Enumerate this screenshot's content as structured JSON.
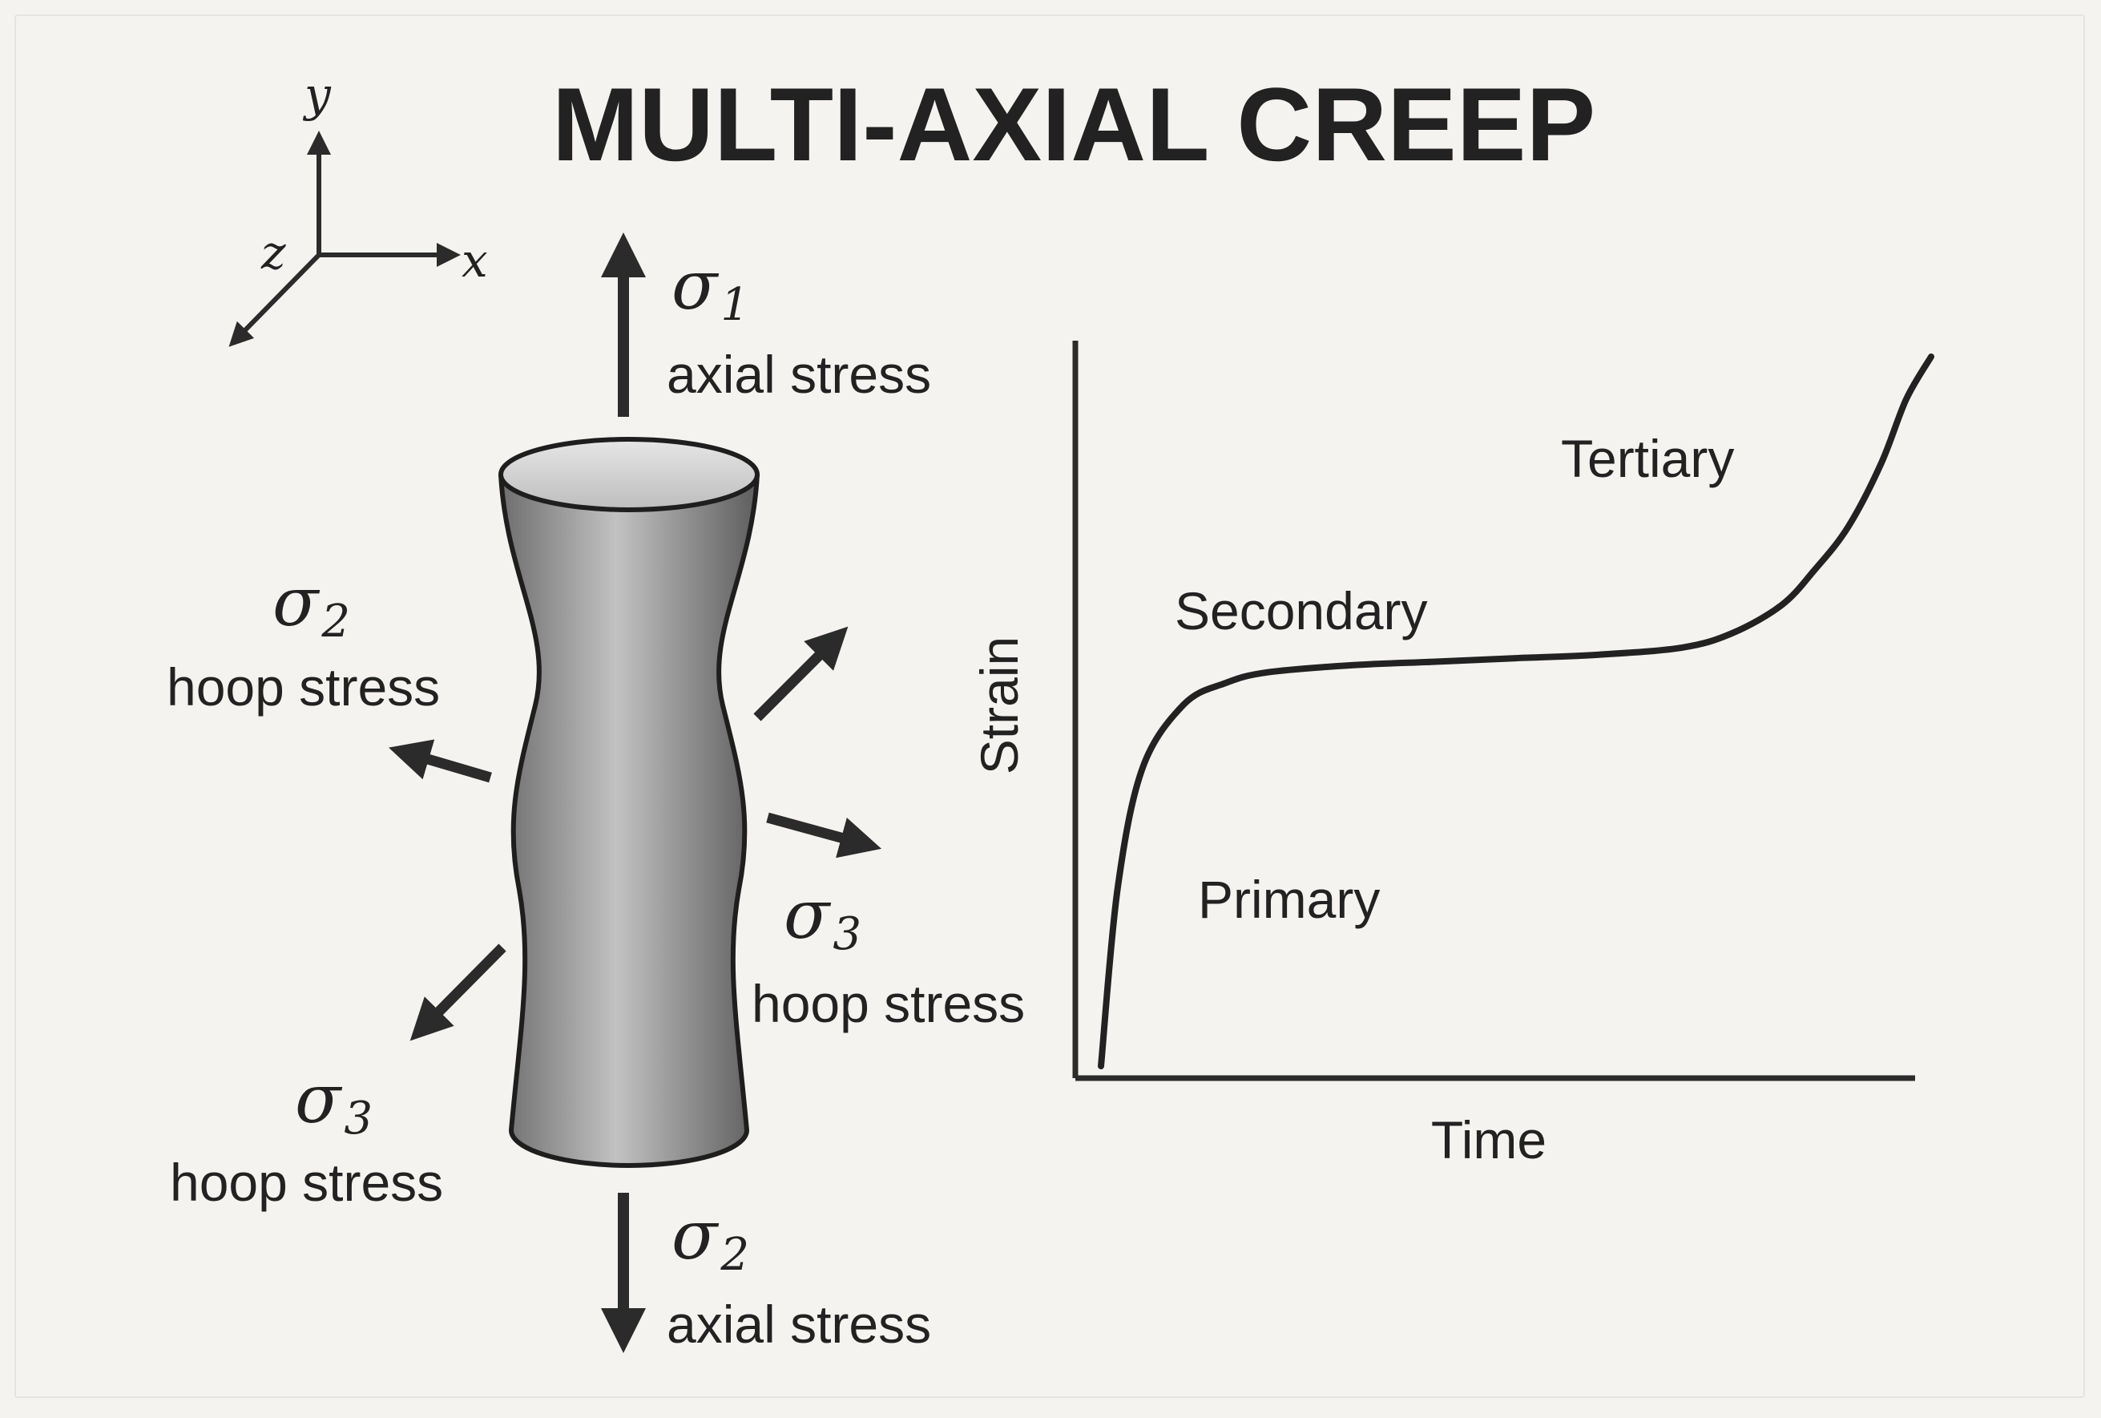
{
  "title": "MULTI-AXIAL CREEP",
  "coord_axes": {
    "y": "y",
    "x": "x",
    "z": "z"
  },
  "stresses": {
    "top": {
      "symbol": "σ",
      "index": "1",
      "label": "axial stress"
    },
    "upper_left": {
      "symbol": "σ",
      "index": "2",
      "label": "hoop stress"
    },
    "right": {
      "symbol": "σ",
      "index": "3",
      "label": "hoop stress"
    },
    "lower_left": {
      "symbol": "σ",
      "index": "3",
      "label": "hoop stress"
    },
    "bottom": {
      "symbol": "σ",
      "index": "2",
      "label": "axial stress"
    }
  },
  "colors": {
    "ink": "#222222",
    "background": "#f4f3f0",
    "specimen_light": "#c2c2c2",
    "specimen_dark": "#6e6e6e"
  },
  "chart_data": {
    "type": "line",
    "xlabel": "Time",
    "ylabel": "Strain",
    "regions": [
      "Primary",
      "Secondary",
      "Tertiary"
    ],
    "grid": false,
    "series": [
      {
        "x": [
          0.0,
          0.02,
          0.05,
          0.1,
          0.15,
          0.2,
          0.3,
          0.4,
          0.5,
          0.6,
          0.7,
          0.76,
          0.82,
          0.86,
          0.9,
          0.94,
          0.97,
          1.0
        ],
        "values": [
          0.0,
          0.25,
          0.42,
          0.51,
          0.54,
          0.555,
          0.565,
          0.57,
          0.575,
          0.58,
          0.59,
          0.61,
          0.65,
          0.7,
          0.76,
          0.85,
          0.94,
          1.0
        ]
      }
    ]
  }
}
